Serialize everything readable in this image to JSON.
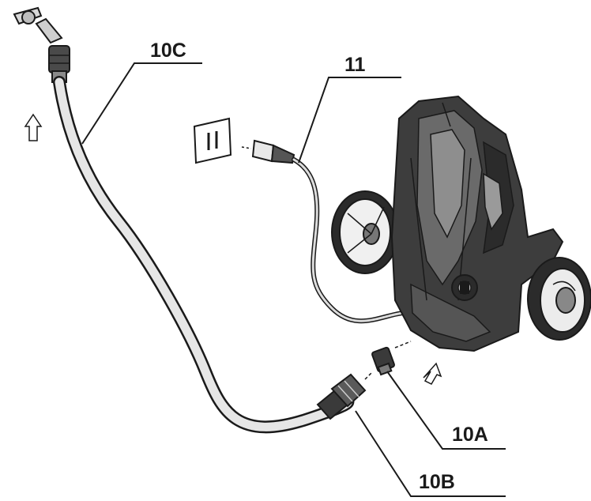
{
  "labels": {
    "hose": "10C",
    "power_cord": "11",
    "inlet_connector": "10A",
    "hose_coupling": "10B"
  },
  "colors": {
    "ink": "#1a1a1a",
    "machine_dark": "#2b2b2b",
    "machine_mid": "#5a5a5a",
    "machine_light": "#9a9a9a",
    "hose_fill": "#e6e6e6"
  },
  "icons": [
    "tap-icon",
    "plug-icon",
    "arrow-up-icon",
    "arrow-up-right-icon",
    "socket-icon"
  ]
}
